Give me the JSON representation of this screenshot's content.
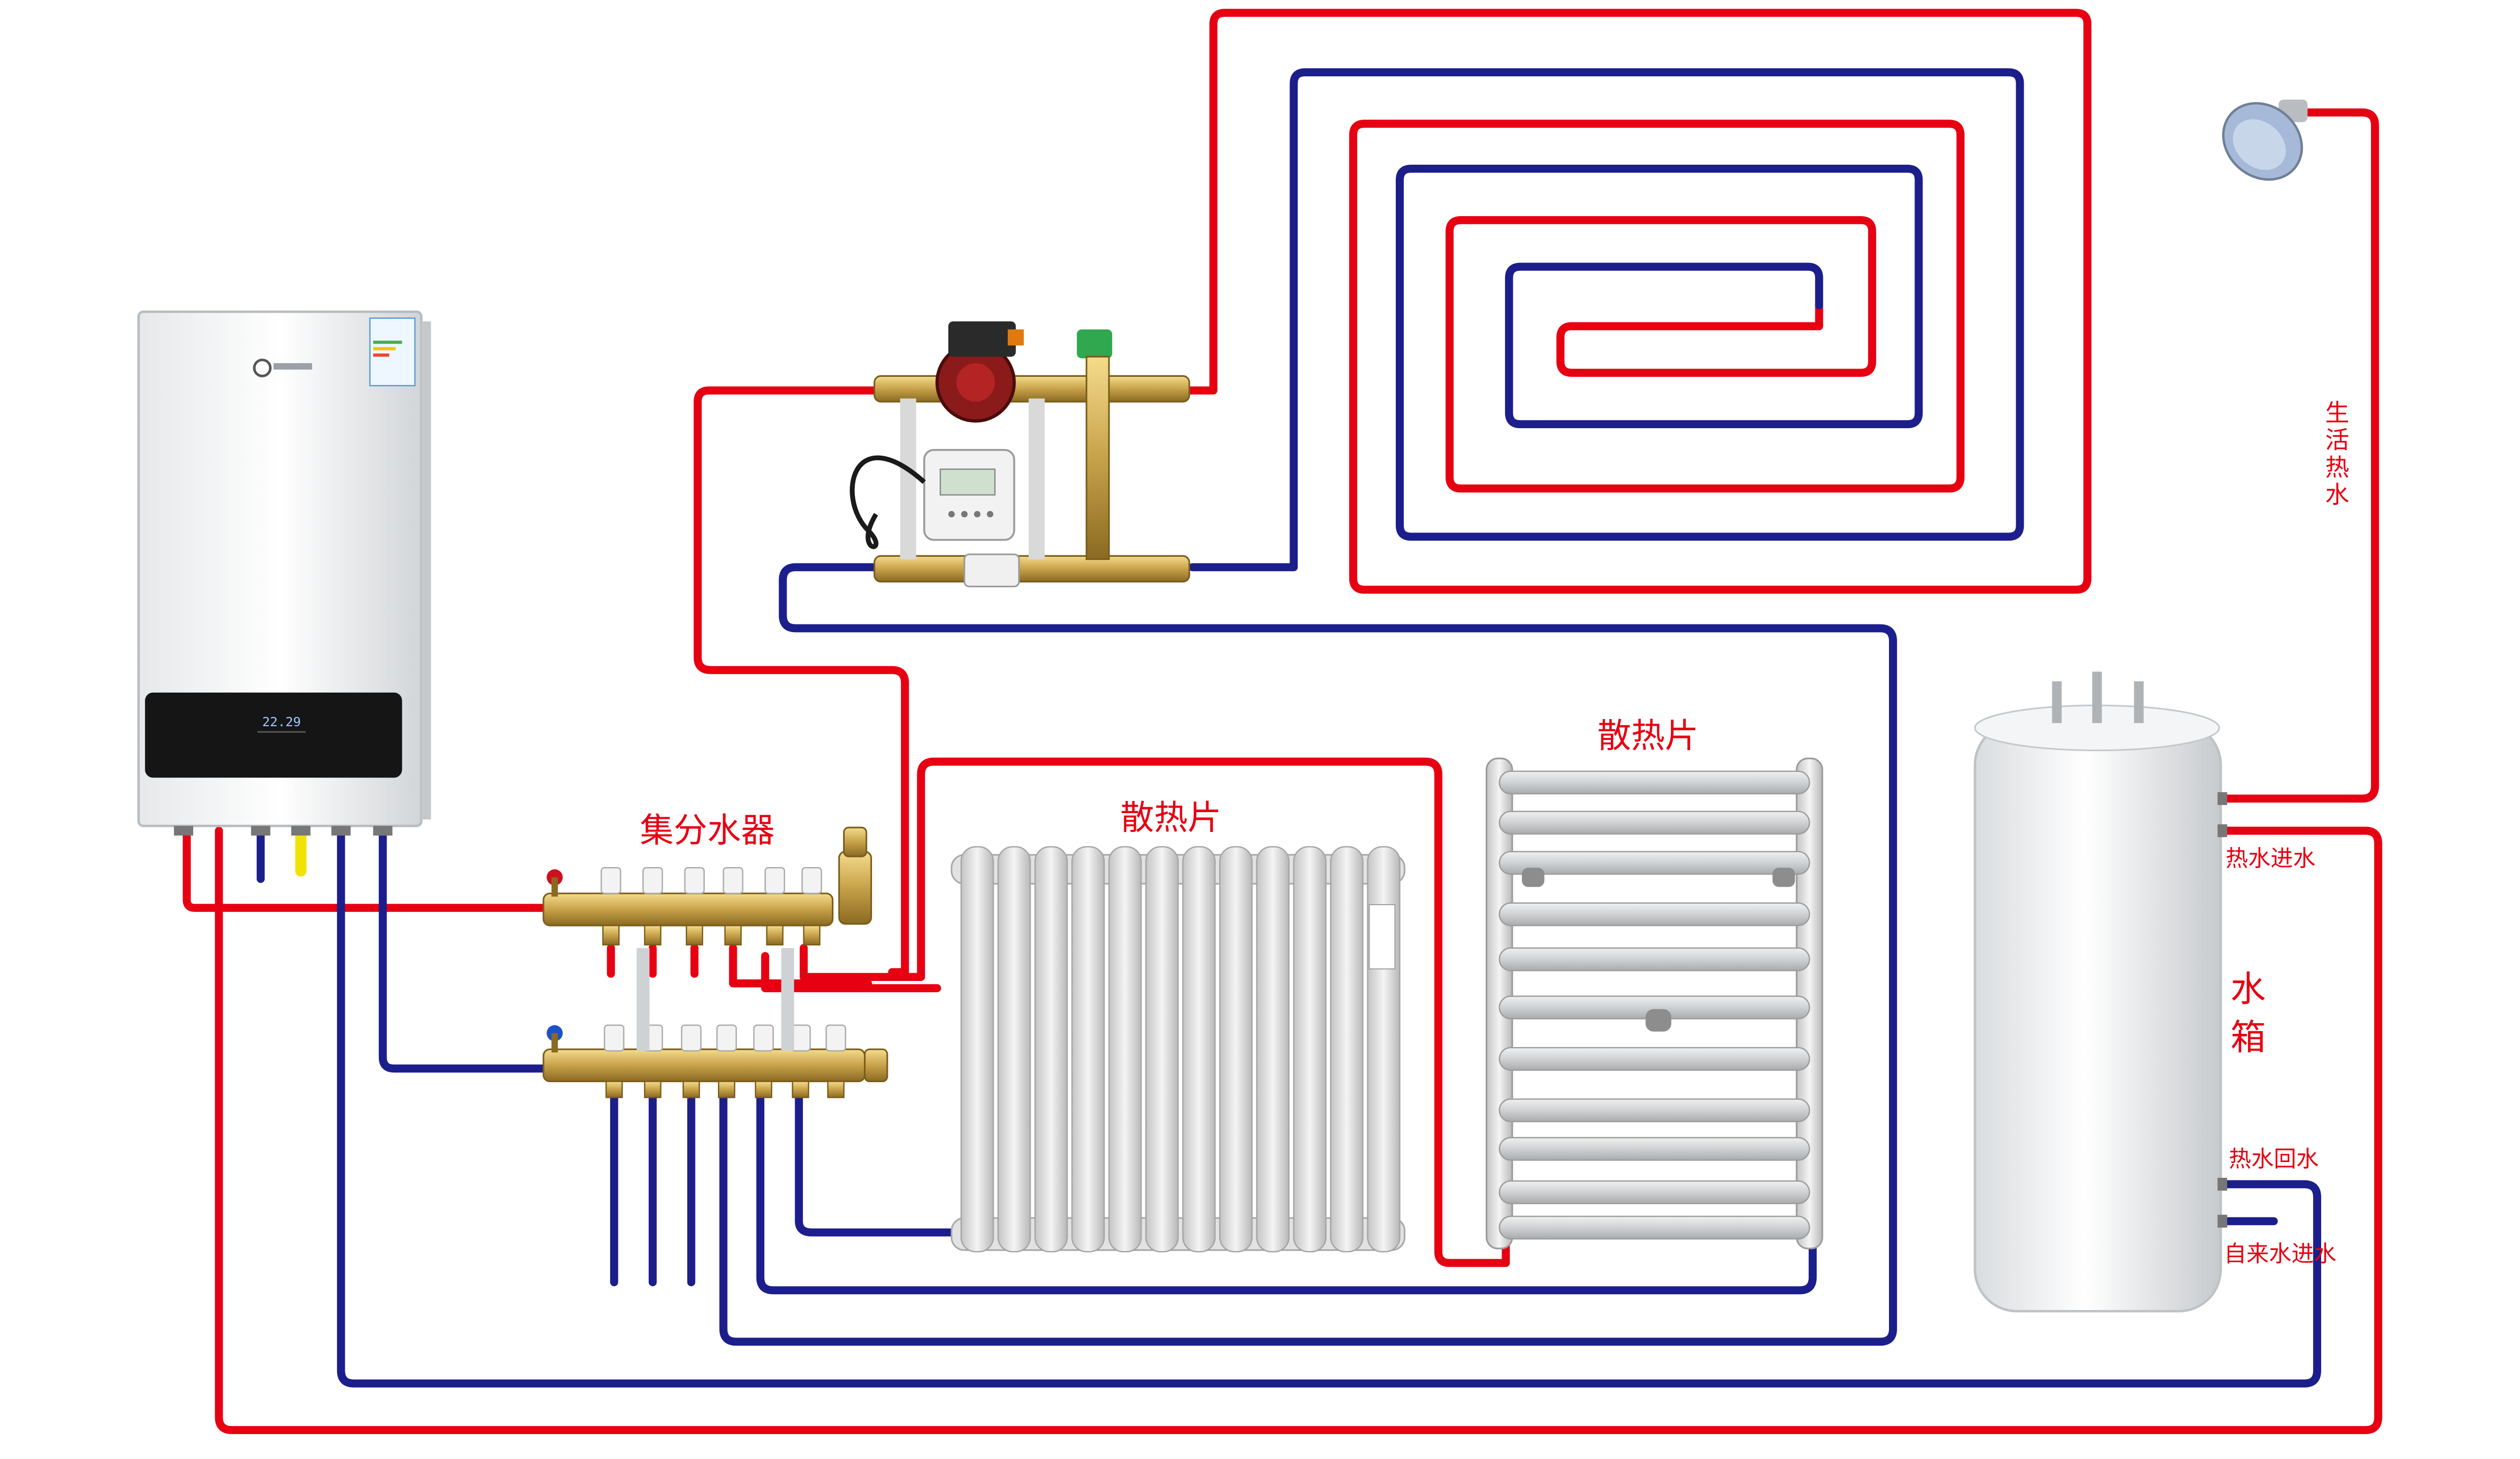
{
  "colors": {
    "hot_pipe": "#e60012",
    "return_pipe": "#1c1e8c",
    "label": "#e60012",
    "gas_pipe": "#f2e200",
    "brass": "#c8a24a",
    "radiator": "#dcdcdc"
  },
  "labels": {
    "manifold": "集分水器",
    "radiator_column": "散热片",
    "radiator_towel": "散热片",
    "domestic_hot_water": [
      "生",
      "活",
      "热",
      "水"
    ],
    "hot_water_in": "热水进水",
    "tank": [
      "水",
      "箱"
    ],
    "hot_water_return": "热水回水",
    "tap_water_in": "自来水进水"
  },
  "boiler": {
    "display_text": "22.29"
  }
}
